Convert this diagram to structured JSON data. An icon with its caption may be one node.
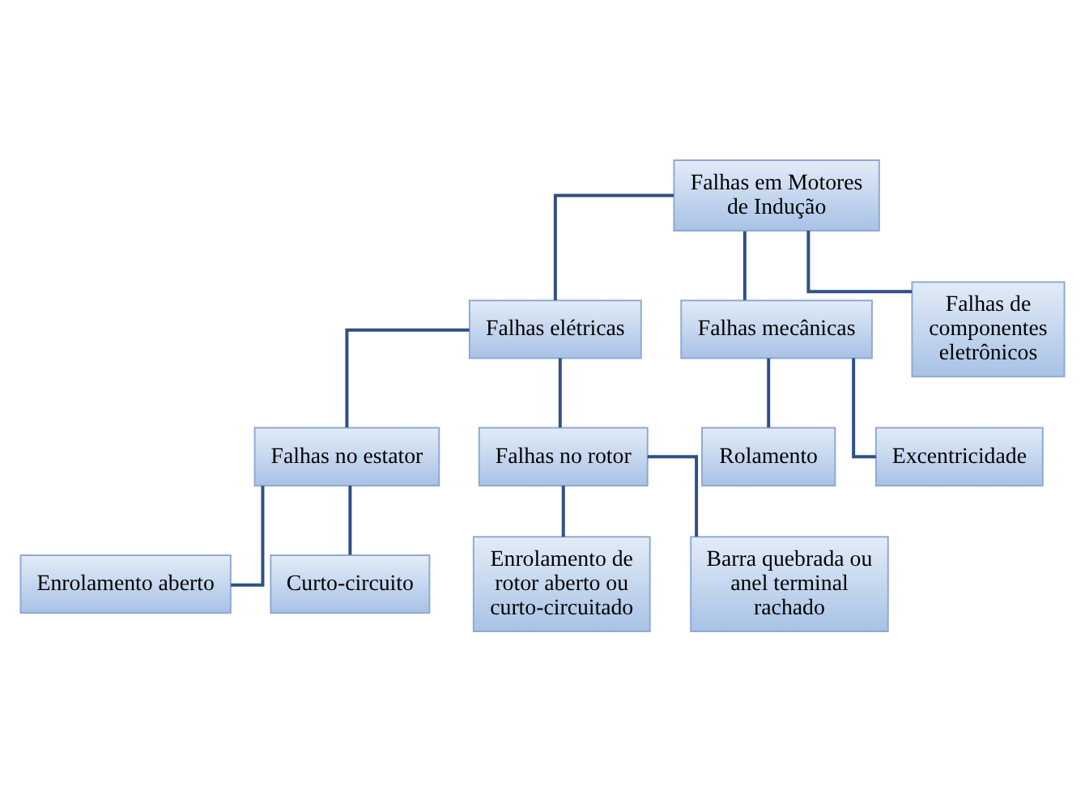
{
  "diagram": {
    "nodes": [
      {
        "text": [
          "Falhas em Motores de Indução"
        ]
      },
      {
        "text": [
          "Falhas elétricas"
        ]
      },
      {
        "text": [
          "Falhas mecânicas"
        ]
      },
      {
        "text": [
          "Falhas de componentes eletrônicos"
        ]
      },
      {
        "text": [
          "Falhas no estator"
        ]
      },
      {
        "text": [
          "Falhas no rotor"
        ]
      },
      {
        "text": [
          "Enrolamento aberto"
        ]
      },
      {
        "text": [
          "Curto-circuito"
        ]
      },
      {
        "text": [
          "Enrolamento de rotor aberto ou curto-circuitado"
        ]
      },
      {
        "text": [
          "Barra quebrada ou anel terminal rachado"
        ]
      },
      {
        "text": [
          "Rolamento"
        ]
      },
      {
        "text": [
          "Excentricidade"
        ]
      }
    ],
    "edges": [
      {
        "from": 0,
        "to": 1,
        "arrow": "none"
      },
      {
        "from": 0,
        "to": 2,
        "arrow": "none"
      },
      {
        "from": 0,
        "to": 3,
        "arrow": "none"
      },
      {
        "from": 1,
        "to": 4,
        "arrow": "none"
      },
      {
        "from": 1,
        "to": 5,
        "arrow": "none"
      },
      {
        "from": 4,
        "to": 6,
        "arrow": "none"
      },
      {
        "from": 4,
        "to": 7,
        "arrow": "none"
      },
      {
        "from": 5,
        "to": 8,
        "arrow": "none"
      },
      {
        "from": 5,
        "to": 9,
        "arrow": "none"
      },
      {
        "from": 2,
        "to": 10,
        "arrow": "none"
      },
      {
        "from": 2,
        "to": 11,
        "arrow": "none"
      }
    ]
  }
}
